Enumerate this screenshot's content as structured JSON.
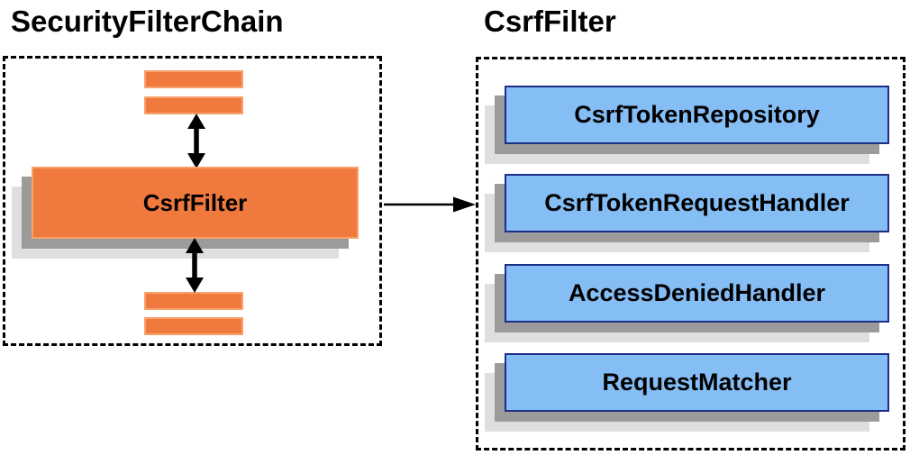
{
  "left_panel": {
    "title": "SecurityFilterChain",
    "filter_box": {
      "label": "CsrfFilter"
    },
    "placeholder_bars": {
      "top_count": 2,
      "bottom_count": 2
    }
  },
  "right_panel": {
    "title": "CsrfFilter",
    "boxes": [
      {
        "label": "CsrfTokenRepository"
      },
      {
        "label": "CsrfTokenRequestHandler"
      },
      {
        "label": "AccessDeniedHandler"
      },
      {
        "label": "RequestMatcher"
      }
    ]
  },
  "icons": {
    "bidirectional_arrow": "double-headed-vertical-arrow",
    "flow_arrow": "right-arrow"
  },
  "colors": {
    "orange_fill": "#F0793D",
    "orange_border": "#F8A16C",
    "blue_fill": "#85BDF5",
    "blue_border": "#1D2E86",
    "shadow_dark": "#9B9B9B",
    "shadow_light": "#DFDFDF",
    "arrow_color": "#000000",
    "title_color": "#000000"
  }
}
